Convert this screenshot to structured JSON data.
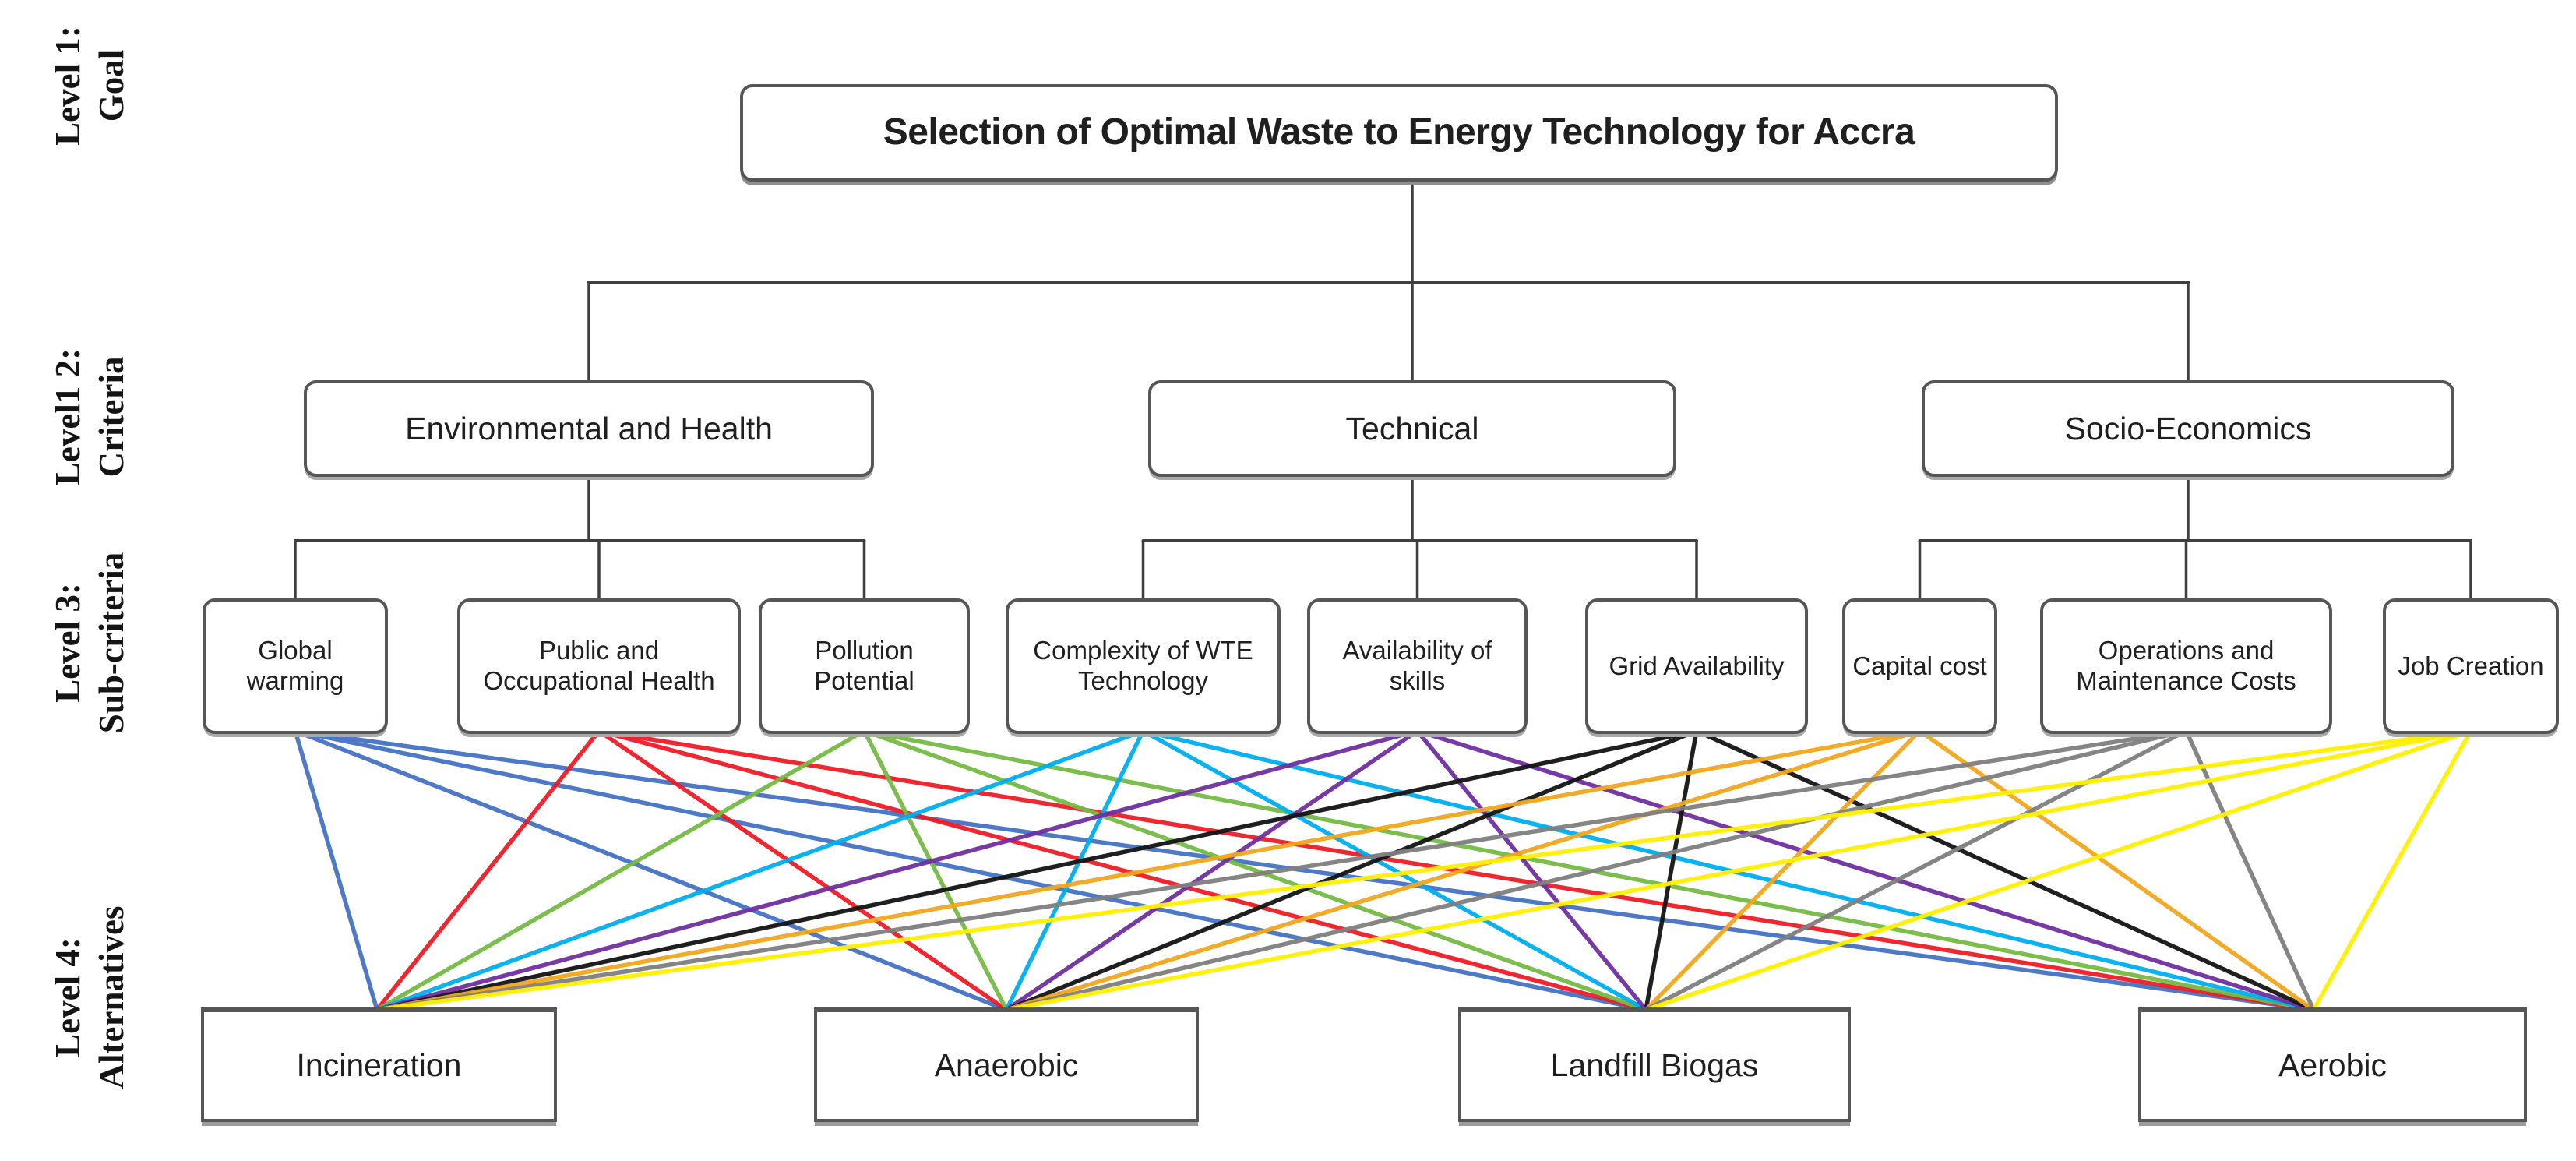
{
  "diagram": {
    "title_note": "AHP hierarchy diagram",
    "goal": {
      "label": "Selection of Optimal Waste to Energy Technology for Accra"
    },
    "levels": [
      {
        "line1": "Level 1:",
        "line2": "Goal"
      },
      {
        "line1": "Level1 2:",
        "line2": "Criteria"
      },
      {
        "line1": "Level 3:",
        "line2": "Sub-criteria"
      },
      {
        "line1": "Level 4:",
        "line2": "Alternatives"
      }
    ],
    "criteria": [
      {
        "id": "environmental-health",
        "label": "Environmental and Health"
      },
      {
        "id": "technical",
        "label": "Technical"
      },
      {
        "id": "socio-economics",
        "label": "Socio-Economics"
      }
    ],
    "sub_criteria": [
      {
        "id": "global-warming",
        "label": "Global warming",
        "parent": "environmental-health",
        "line_color": "#4472C4"
      },
      {
        "id": "public-occupational-health",
        "label": "Public and Occupational Health",
        "parent": "environmental-health",
        "line_color": "#EE1C25"
      },
      {
        "id": "pollution-potential",
        "label": "Pollution Potential",
        "parent": "environmental-health",
        "line_color": "#74BB44"
      },
      {
        "id": "complexity-of-wte-technology",
        "label": "Complexity of WTE Technology",
        "parent": "technical",
        "line_color": "#00AEEF"
      },
      {
        "id": "availability-of-skills",
        "label": "Availability of skills",
        "parent": "technical",
        "line_color": "#7030A0"
      },
      {
        "id": "grid-availability",
        "label": "Grid Availability",
        "parent": "technical",
        "line_color": "#141414"
      },
      {
        "id": "capital-cost",
        "label": "Capital cost",
        "parent": "socio-economics",
        "line_color": "#F2A71E"
      },
      {
        "id": "operations-and-maintenance-costs",
        "label": "Operations and Maintenance Costs",
        "parent": "socio-economics",
        "line_color": "#7F7F7F"
      },
      {
        "id": "job-creation",
        "label": "Job Creation",
        "parent": "socio-economics",
        "line_color": "#FFF100"
      }
    ],
    "alternatives": [
      {
        "id": "incineration",
        "label": "Incineration"
      },
      {
        "id": "anaerobic",
        "label": "Anaerobic"
      },
      {
        "id": "landfill-biogas",
        "label": "Landfill Biogas"
      },
      {
        "id": "aerobic",
        "label": "Aerobic"
      }
    ],
    "link_rule": "every sub-criterion is connected to every alternative by a line in that sub-criterion's color",
    "colors": {
      "background": "#ffffff",
      "box_border": "#565656",
      "tree_connector": "#3f3f3f",
      "text": "#1a1a1a"
    }
  }
}
